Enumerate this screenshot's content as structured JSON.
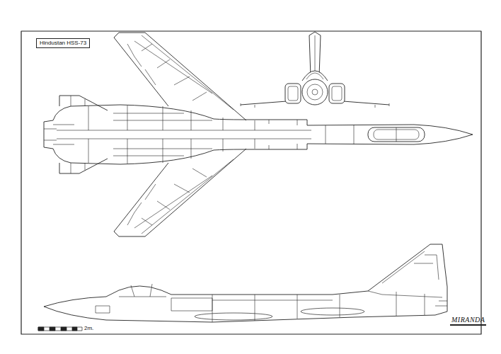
{
  "diagram": {
    "title": "Hindustan HSS-73",
    "labels": [
      "2m.",
      "MIRANDA"
    ]
  }
}
